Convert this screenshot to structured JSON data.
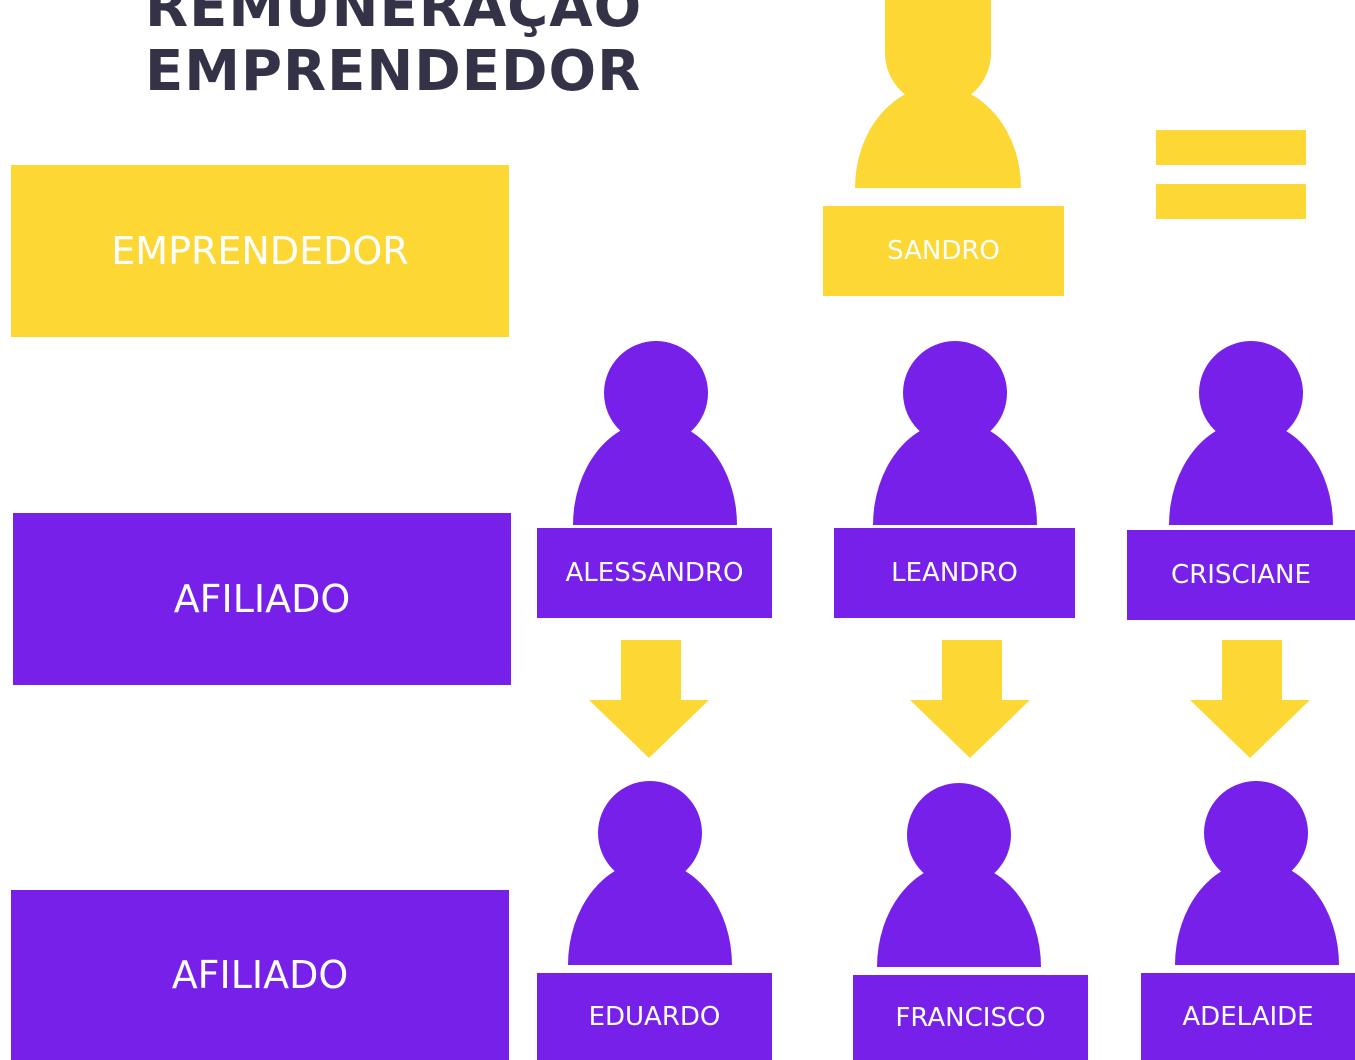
{
  "title": {
    "line1": "REMUNERAÇÃO",
    "line2": "EMPRENDEDOR"
  },
  "colors": {
    "yellow": "#FDD835",
    "purple": "#7720EA",
    "title": "#343246",
    "text": "#FFFFFF"
  },
  "roles": {
    "entrepreneur": "EMPRENDEDOR",
    "affiliate_1": "AFILIADO",
    "affiliate_2": "AFILIADO"
  },
  "top_person": {
    "name": "SANDRO",
    "icon": "person-icon"
  },
  "level1": [
    {
      "name": "ALESSANDRO",
      "icon": "person-icon"
    },
    {
      "name": "LEANDRO",
      "icon": "person-icon"
    },
    {
      "name": "CRISCIANE",
      "icon": "person-icon"
    }
  ],
  "level2": [
    {
      "name": "EDUARDO",
      "icon": "person-icon"
    },
    {
      "name": "FRANCISCO",
      "icon": "person-icon"
    },
    {
      "name": "ADELAIDE",
      "icon": "person-icon"
    }
  ],
  "symbols": {
    "equals": "equals-icon",
    "arrow": "arrow-down-icon"
  }
}
